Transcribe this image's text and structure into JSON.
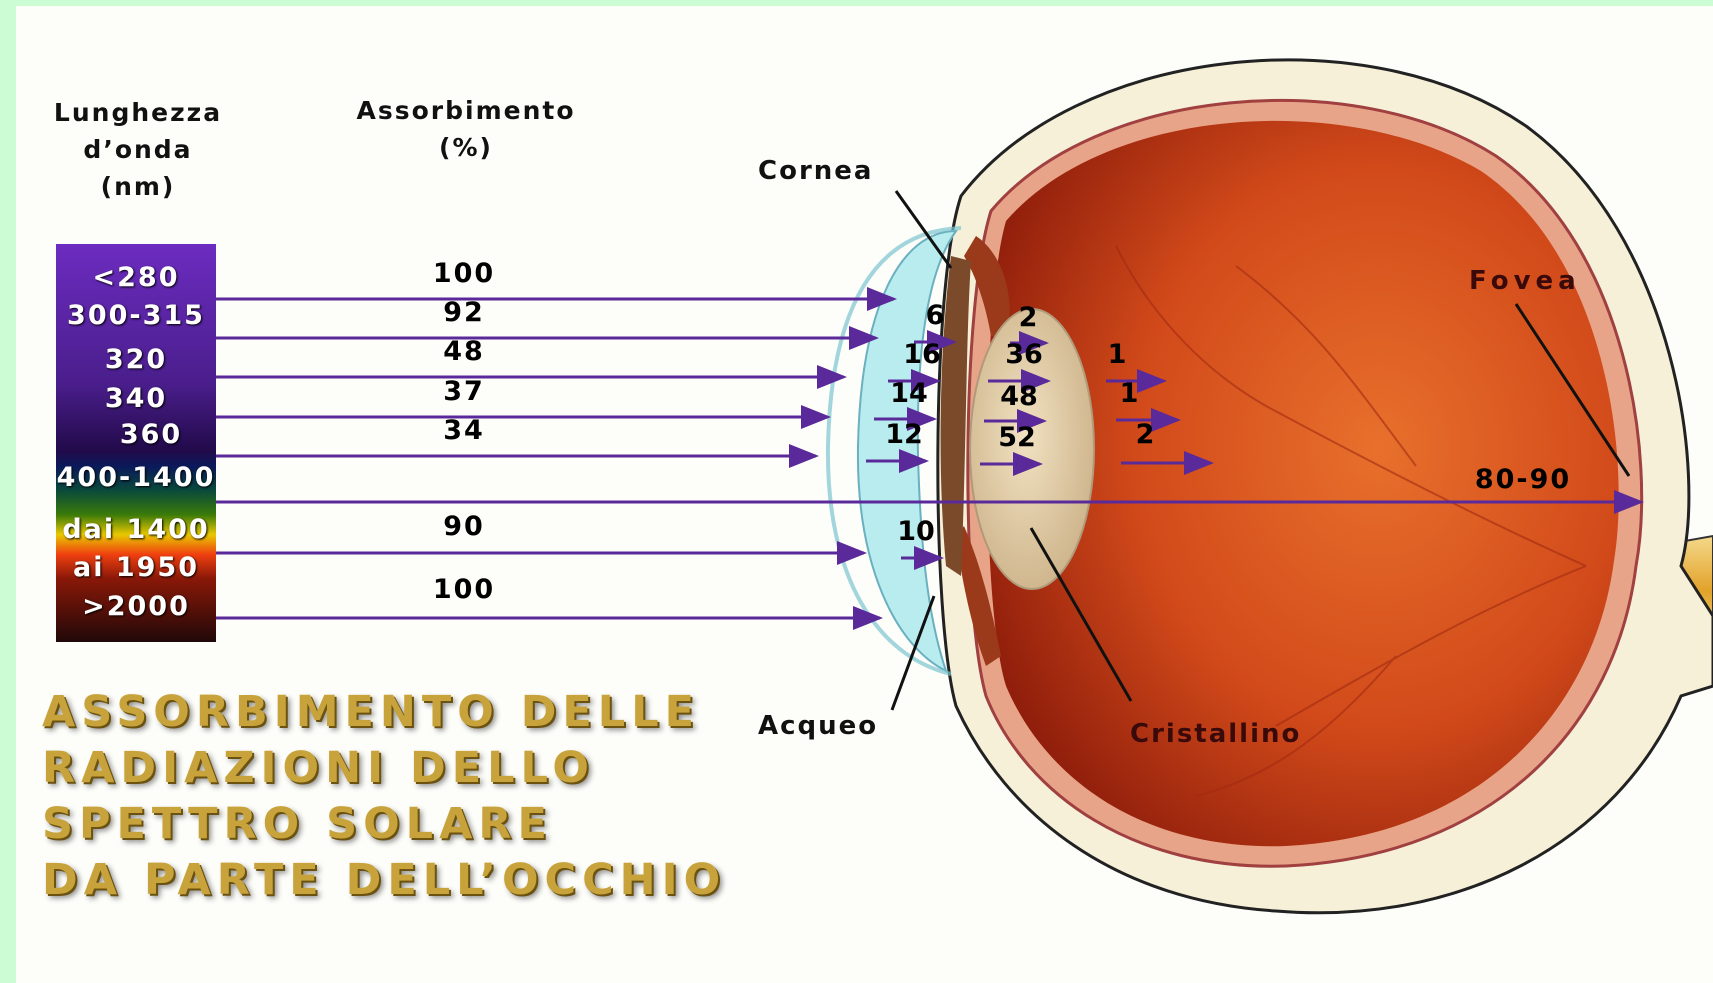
{
  "headers": {
    "wavelength": [
      "Lunghezza",
      "d’onda",
      "(nm)"
    ],
    "absorption": [
      "Assorbimento",
      "(%)"
    ]
  },
  "wavelength_rows": [
    "<280",
    "300-315",
    "320",
    "340",
    "360",
    "400-1400",
    "dai 1400",
    "ai 1950",
    ">2000"
  ],
  "absorption_values": [
    "100",
    "92",
    "48",
    "37",
    "34",
    "90",
    "100"
  ],
  "cornea_values": [
    "6",
    "16",
    "14",
    "12",
    "10"
  ],
  "lens_values": [
    "2",
    "36",
    "48",
    "52"
  ],
  "vitreous_values": [
    "1",
    "1",
    "2"
  ],
  "fovea_value": "80-90",
  "labels": {
    "cornea": "Cornea",
    "aqueous": "Acqueo",
    "lens": "Cristallino",
    "fovea": "Fovea"
  },
  "title_lines": [
    "ASSORBIMENTO DELLE",
    "RADIAZIONI DELLO",
    "SPETTRO SOLARE",
    "DA PARTE DELL’OCCHIO"
  ],
  "colors": {
    "arrow": "#5a2a9a",
    "uv_band": "#6a2ab0",
    "title_gold": "#c8a23a"
  }
}
